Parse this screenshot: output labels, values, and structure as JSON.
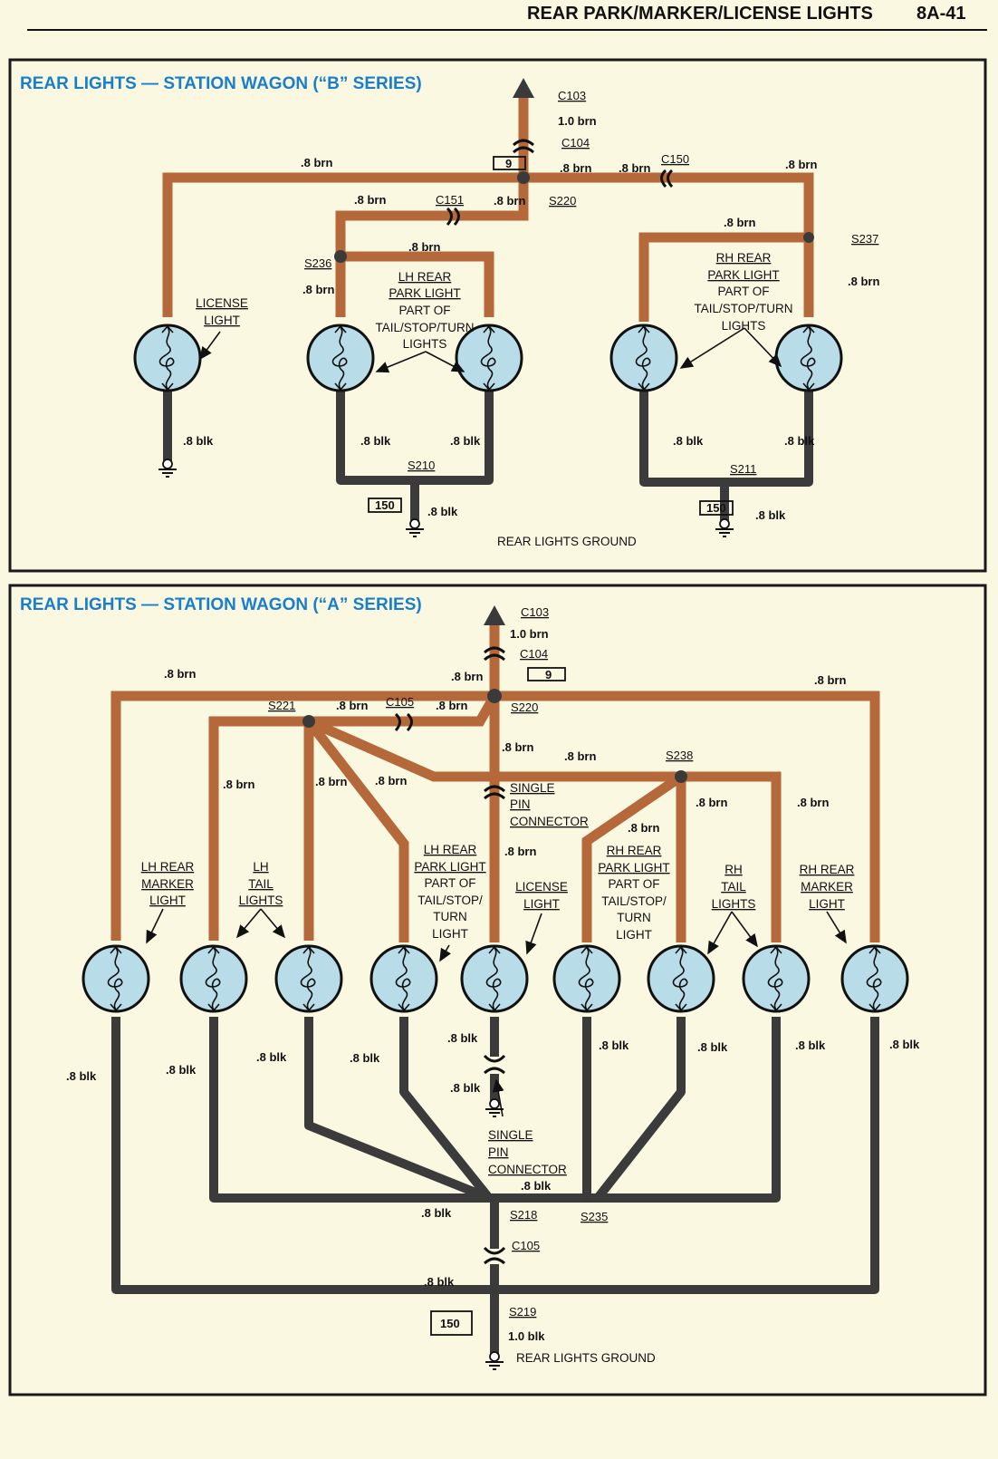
{
  "header": {
    "title": "REAR PARK/MARKER/LICENSE LIGHTS",
    "page_number": "8A-41"
  },
  "colors": {
    "section_title": "#1a7fcb",
    "brown_wire": "#b5683a",
    "black_wire": "#3b3b3b",
    "lamp_fill": "#b9dce9",
    "paper": "#fbf8e2"
  },
  "diagram_b": {
    "title": "REAR LIGHTS — STATION WAGON (“B” SERIES)",
    "connectors": {
      "c103": "C103",
      "c104": "C104",
      "c150": "C150",
      "c151": "C151"
    },
    "splices": {
      "s220": "S220",
      "s236": "S236",
      "s237": "S237",
      "s210": "S210",
      "s211": "S211"
    },
    "wires": {
      "feed": "1.0 brn",
      "brn": ".8 brn",
      "blk": ".8 blk"
    },
    "circuit_box_feed": "9",
    "circuit_box_ground": "150",
    "labels": {
      "license_light": [
        "LICENSE",
        "LIGHT"
      ],
      "lh_rear_park": [
        "LH REAR",
        "PARK LIGHT",
        "PART OF",
        "TAIL/STOP/TURN",
        "LIGHTS"
      ],
      "rh_rear_park": [
        "RH REAR",
        "PARK LIGHT",
        "PART OF",
        "TAIL/STOP/TURN",
        "LIGHTS"
      ],
      "ground": "REAR LIGHTS GROUND"
    }
  },
  "diagram_a": {
    "title": "REAR LIGHTS — STATION WAGON (“A” SERIES)",
    "connectors": {
      "c103": "C103",
      "c104": "C104",
      "c105": "C105"
    },
    "splices": {
      "s220": "S220",
      "s221": "S221",
      "s238": "S238",
      "s218": "S218",
      "s235": "S235",
      "s219": "S219"
    },
    "wires": {
      "feed": "1.0 brn",
      "brn": ".8 brn",
      "blk": ".8 blk",
      "ground_feed": "1.0 blk"
    },
    "circuit_box_feed": "9",
    "circuit_box_ground": "150",
    "labels": {
      "single_pin_connector": [
        "SINGLE",
        "PIN",
        "CONNECTOR"
      ],
      "lh_rear_marker": [
        "LH REAR",
        "MARKER",
        "LIGHT"
      ],
      "lh_tail": [
        "LH",
        "TAIL",
        "LIGHTS"
      ],
      "lh_rear_park": [
        "LH REAR",
        "PARK LIGHT",
        "PART OF",
        "TAIL/STOP/",
        "TURN",
        "LIGHT"
      ],
      "license_light": [
        "LICENSE",
        "LIGHT"
      ],
      "rh_rear_park": [
        "RH REAR",
        "PARK LIGHT",
        "PART OF",
        "TAIL/STOP/",
        "TURN",
        "LIGHT"
      ],
      "rh_tail": [
        "RH",
        "TAIL",
        "LIGHTS"
      ],
      "rh_rear_marker": [
        "RH REAR",
        "MARKER",
        "LIGHT"
      ],
      "ground": "REAR LIGHTS GROUND"
    }
  }
}
